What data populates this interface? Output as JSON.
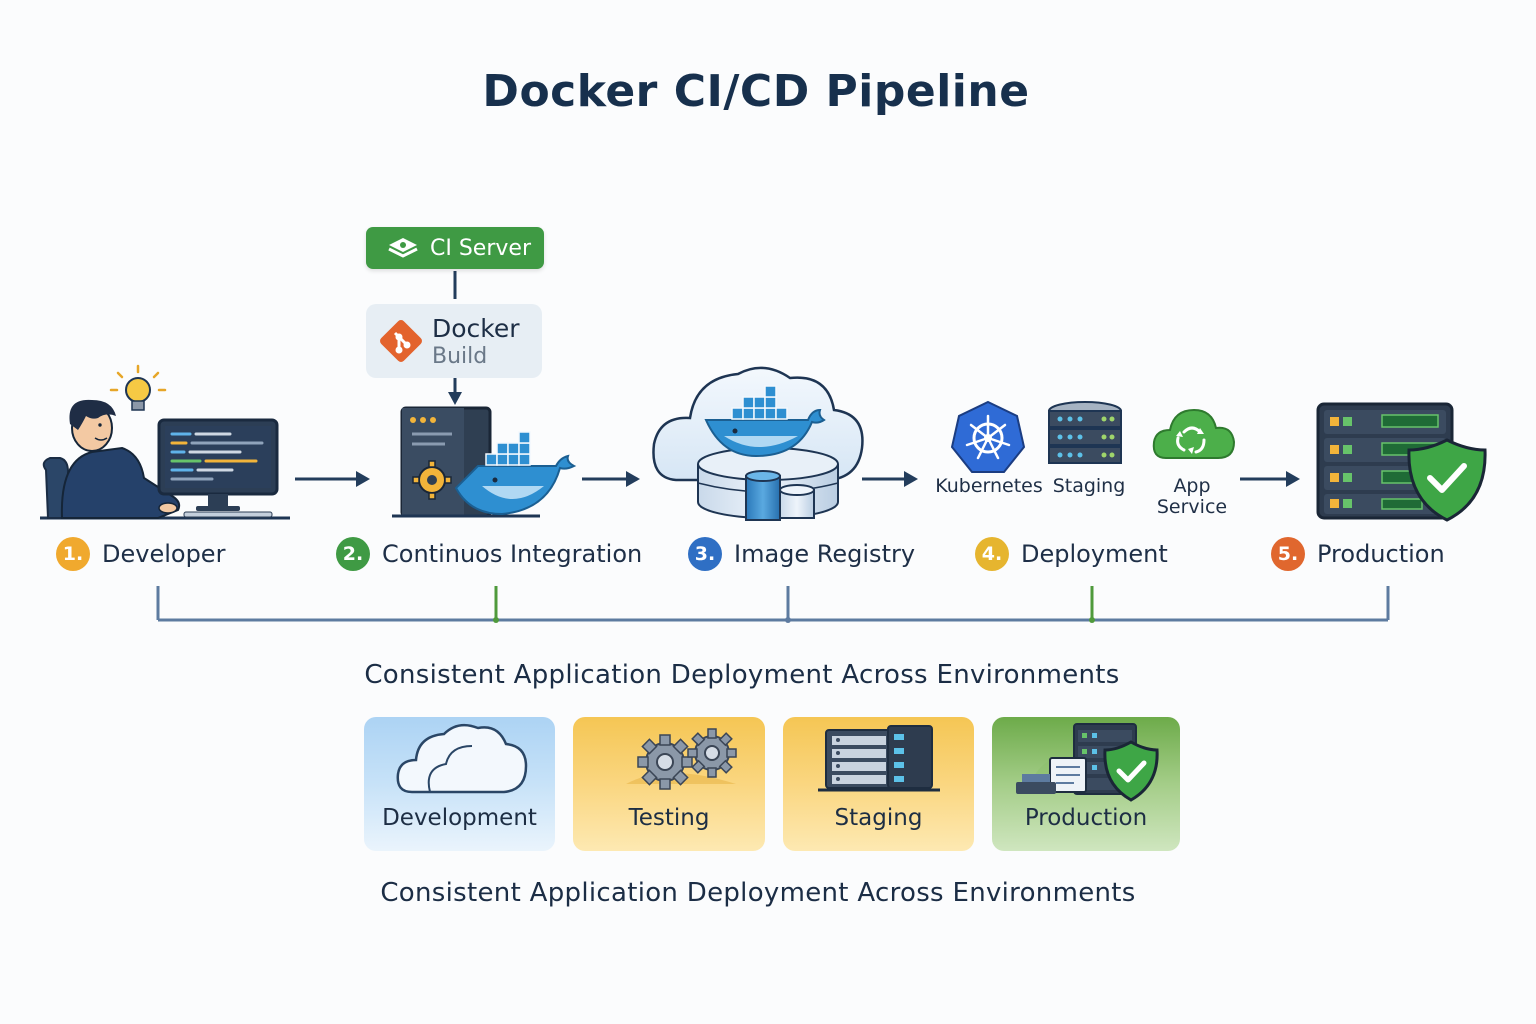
{
  "title": "Docker CI/CD Pipeline",
  "ci_server": {
    "label": "CI Server",
    "icon": "ci-server-icon"
  },
  "docker_build": {
    "line1": "Docker",
    "line2": "Build",
    "icon": "git-icon"
  },
  "stages": [
    {
      "number": "1.",
      "label": "Developer",
      "color": "#f0a92e",
      "icon": "developer-at-computer-icon"
    },
    {
      "number": "2.",
      "label": "Continuos Integration",
      "color": "#3f9a44",
      "icon": "build-server-docker-icon"
    },
    {
      "number": "3.",
      "label": "Image Registry",
      "color": "#2f6fc4",
      "icon": "cloud-registry-icon"
    },
    {
      "number": "4.",
      "label": "Deployment",
      "color": "#e6b52f",
      "icon": "deployment-targets-icon"
    },
    {
      "number": "5.",
      "label": "Production",
      "color": "#e0672e",
      "icon": "production-server-shield-icon"
    }
  ],
  "deployment_targets": [
    {
      "label": "Kubernetes",
      "icon": "kubernetes-icon"
    },
    {
      "label": "Staging",
      "icon": "server-stack-icon"
    },
    {
      "label": "App Service",
      "line1": "App",
      "line2": "Service",
      "icon": "app-service-cloud-icon"
    }
  ],
  "subtitle_top": "Consistent Application Deployment Across Environments",
  "environments": [
    {
      "label": "Development",
      "icon": "cloud-icon",
      "colors": [
        "#acd3f4",
        "#eaf4fc"
      ]
    },
    {
      "label": "Testing",
      "icon": "gears-icon",
      "colors": [
        "#f5c654",
        "#fde9b2"
      ]
    },
    {
      "label": "Staging",
      "icon": "server-rack-icon",
      "colors": [
        "#f5c654",
        "#fde9b2"
      ]
    },
    {
      "label": "Production",
      "icon": "server-shield-icon",
      "colors": [
        "#6dab4a",
        "#cfe6bf"
      ]
    }
  ],
  "subtitle_bottom": "Consistent Application Deployment Across Environments",
  "colors": {
    "navy": "#1e3553",
    "arrow": "#233d5c",
    "docker_blue": "#2e8fd1",
    "connector": "#5d7ba0"
  }
}
